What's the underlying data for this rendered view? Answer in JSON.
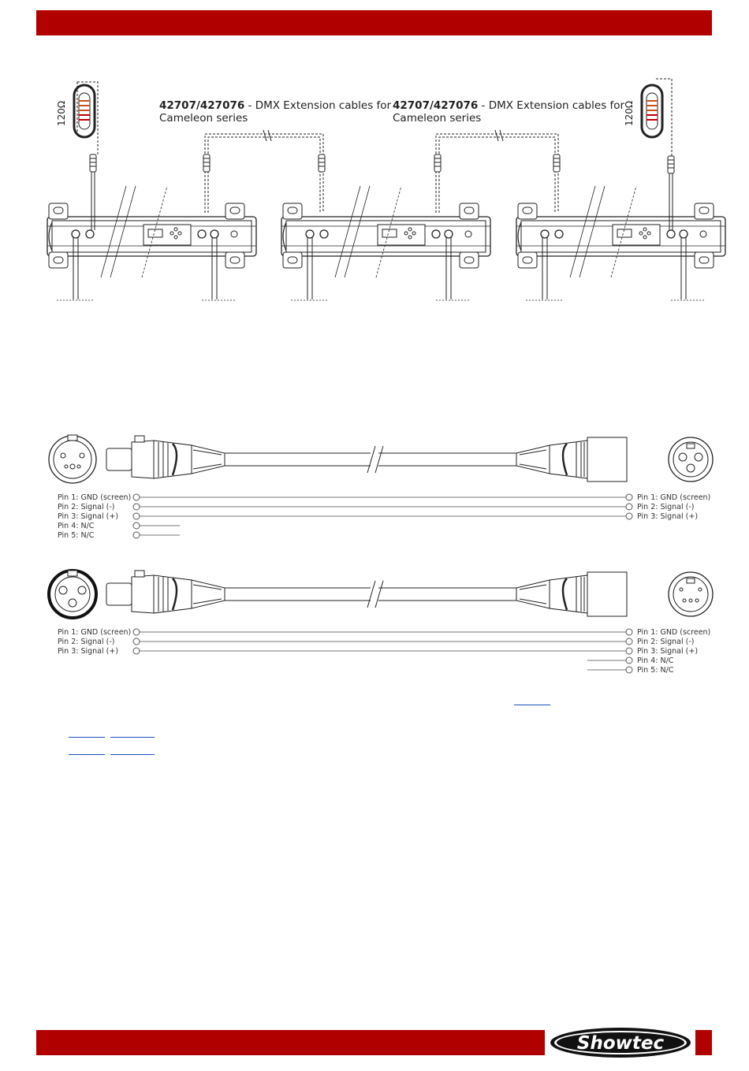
{
  "header": {
    "color": "#b00000"
  },
  "top_diagram": {
    "resistor_label": "120Ω",
    "cable_labels": [
      {
        "code": "42707/427076",
        "text": " - DMX Extension cables for",
        "line2": "Cameleon series"
      },
      {
        "code": "42707/427076",
        "text": " - DMX Extension cables for",
        "line2": "Cameleon series"
      }
    ]
  },
  "cable_1": {
    "left_pins": [
      "Pin 1: GND (screen)",
      "Pin 2: Signal (-)",
      "Pin 3: Signal (+)",
      "Pin 4: N/C",
      "Pin 5: N/C"
    ],
    "right_pins": [
      "Pin 1: GND (screen)",
      "Pin 2: Signal (-)",
      "Pin 3: Signal (+)"
    ]
  },
  "cable_2": {
    "left_pins": [
      "Pin 1: GND (screen)",
      "Pin 2: Signal (-)",
      "Pin 3: Signal (+)"
    ],
    "right_pins": [
      "Pin 1: GND (screen)",
      "Pin 2: Signal (-)",
      "Pin 3: Signal (+)",
      "Pin 4: N/C",
      "Pin 5: N/C"
    ]
  },
  "footer": {
    "brand": "Showtec",
    "color": "#b00000"
  }
}
